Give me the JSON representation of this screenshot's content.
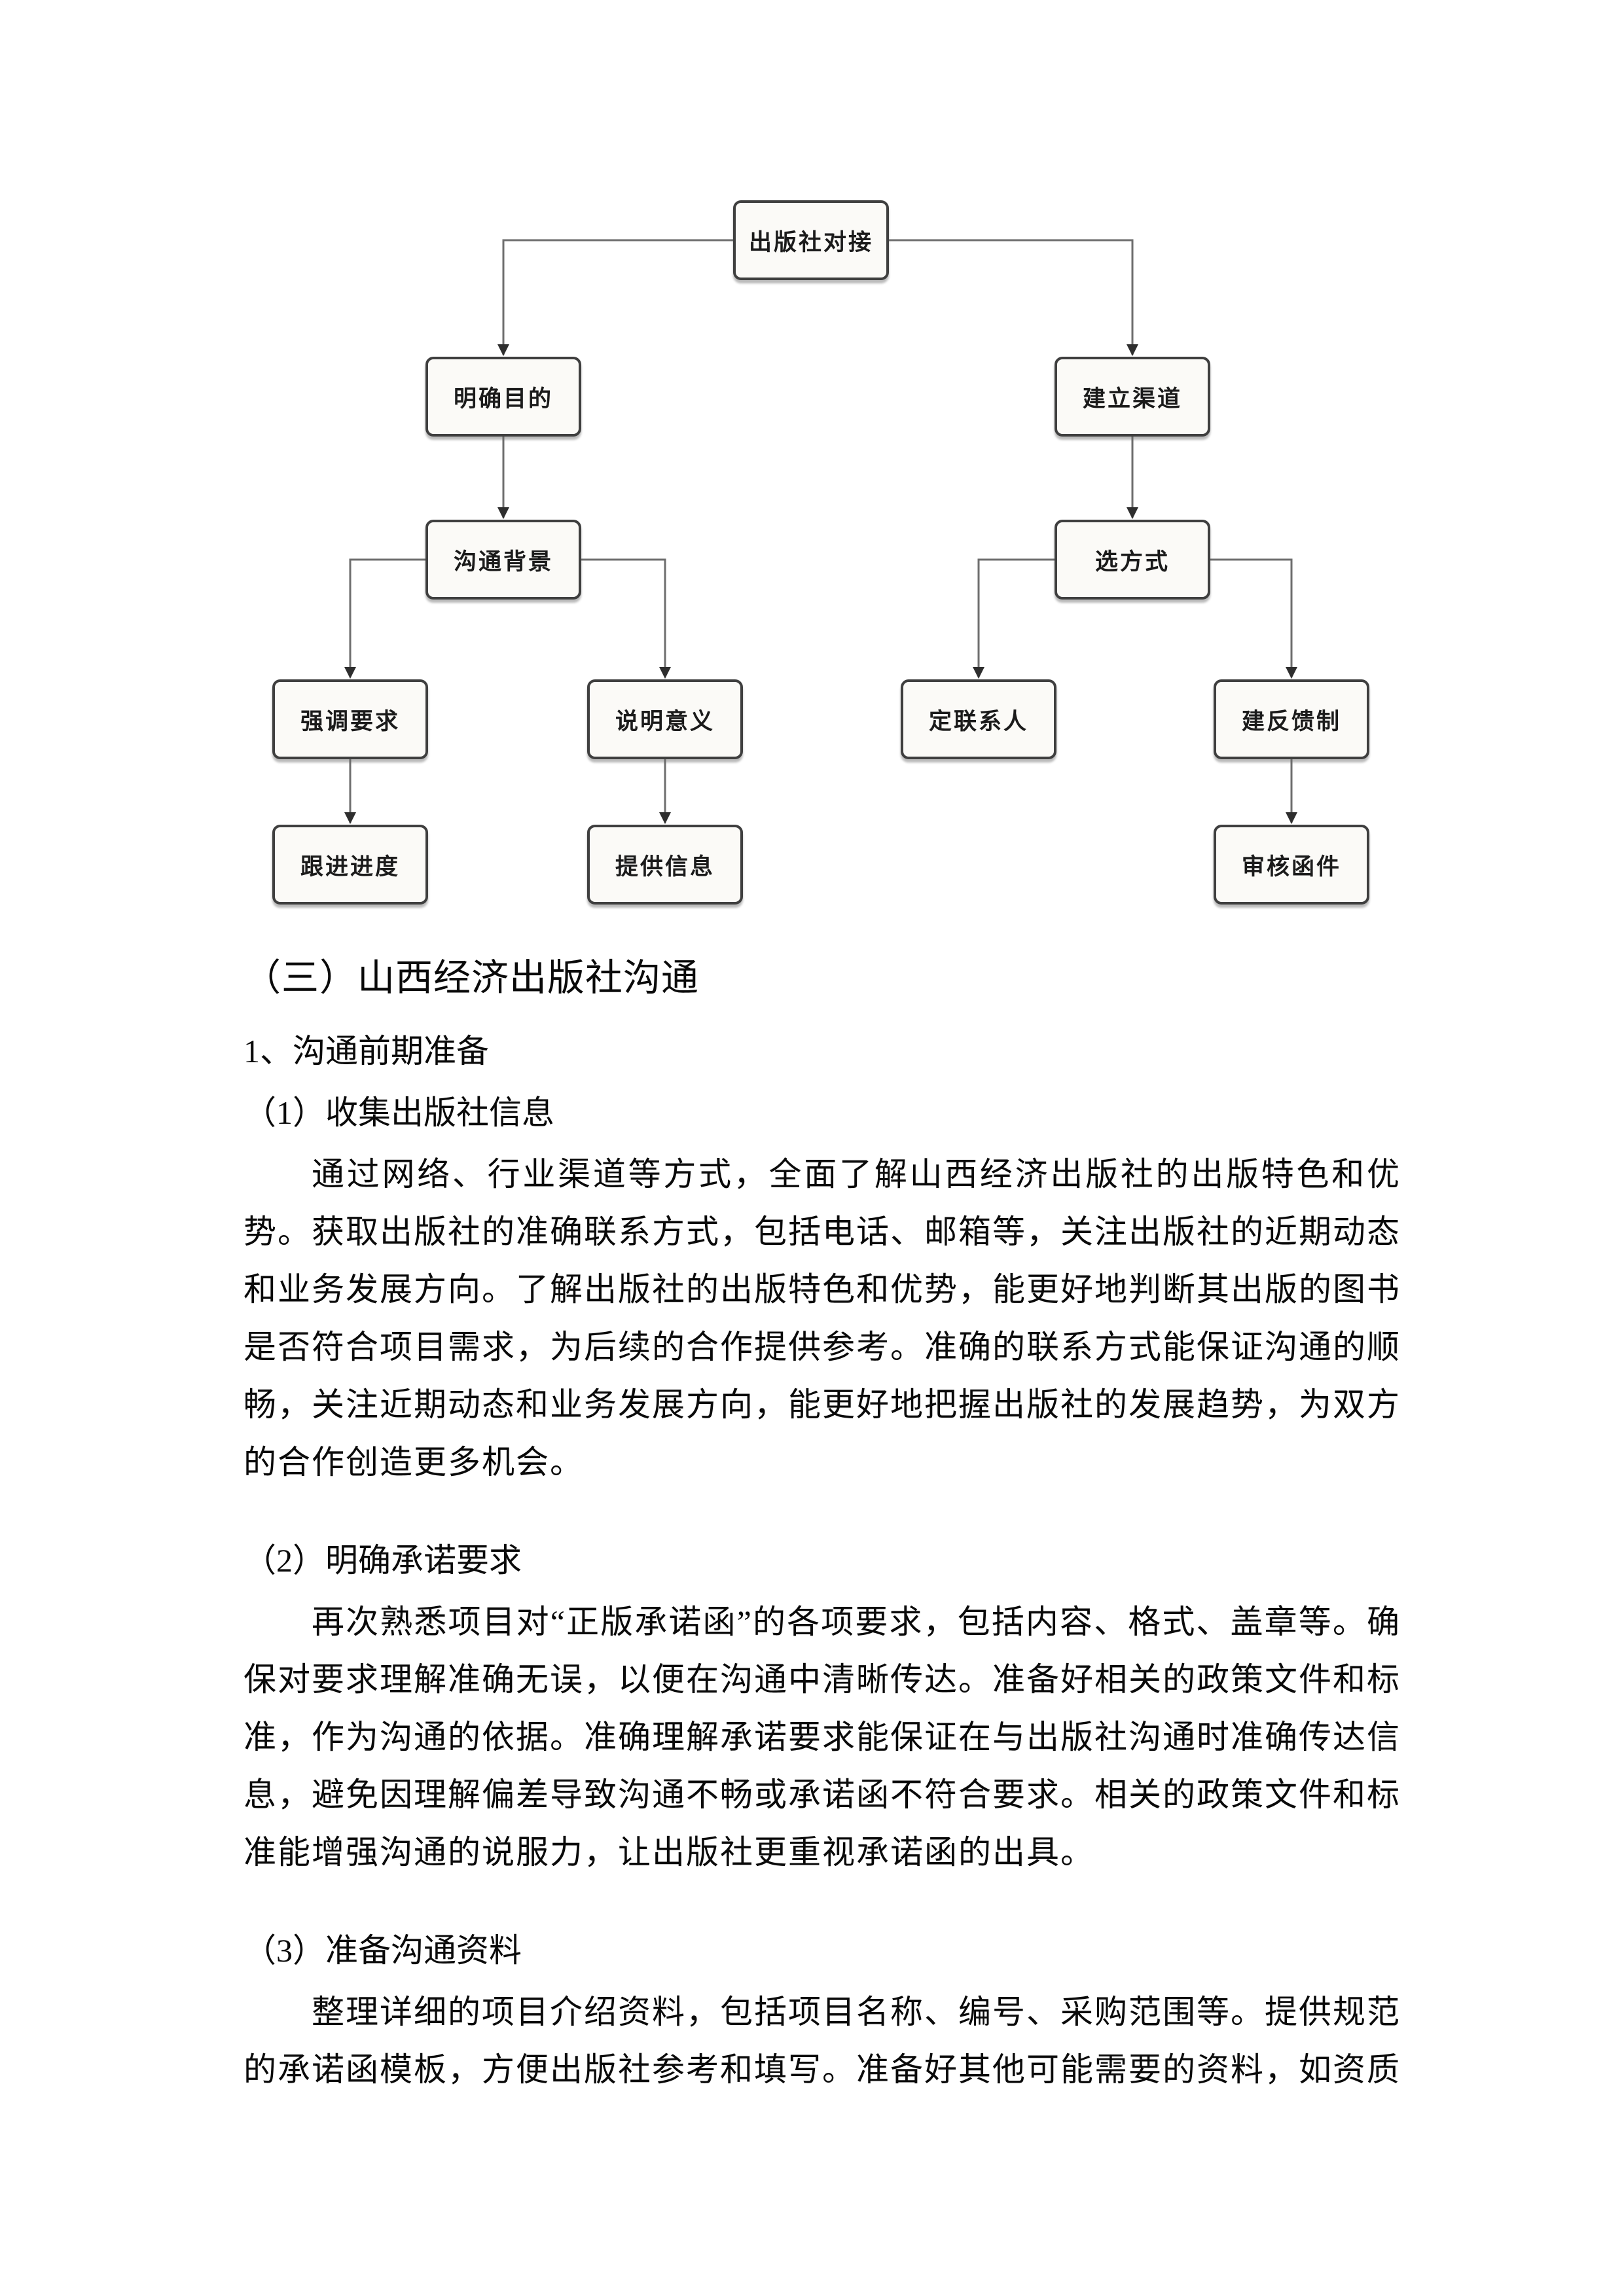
{
  "flowchart": {
    "colors": {
      "node_fill": "#fbfaf7",
      "node_border": "#3f3f3f",
      "edge_line": "#6e6e6e",
      "arrow_head": "#2e2e2e"
    },
    "nodes": [
      {
        "id": "publisher-docking",
        "label": "出版社对接"
      },
      {
        "id": "clarify-purpose",
        "label": "明确目的"
      },
      {
        "id": "establish-channel",
        "label": "建立渠道"
      },
      {
        "id": "communication-background",
        "label": "沟通背景"
      },
      {
        "id": "choose-method",
        "label": "选方式"
      },
      {
        "id": "emphasize-requirements",
        "label": "强调要求"
      },
      {
        "id": "explain-significance",
        "label": "说明意义"
      },
      {
        "id": "set-contact-person",
        "label": "定联系人"
      },
      {
        "id": "build-feedback-mechanism",
        "label": "建反馈制"
      },
      {
        "id": "follow-up-progress",
        "label": "跟进进度"
      },
      {
        "id": "provide-information",
        "label": "提供信息"
      },
      {
        "id": "review-letters",
        "label": "审核函件"
      }
    ],
    "edges": [
      {
        "from": "publisher-docking",
        "to": "clarify-purpose"
      },
      {
        "from": "publisher-docking",
        "to": "establish-channel"
      },
      {
        "from": "clarify-purpose",
        "to": "communication-background"
      },
      {
        "from": "establish-channel",
        "to": "choose-method"
      },
      {
        "from": "communication-background",
        "to": "emphasize-requirements"
      },
      {
        "from": "communication-background",
        "to": "explain-significance"
      },
      {
        "from": "choose-method",
        "to": "set-contact-person"
      },
      {
        "from": "choose-method",
        "to": "build-feedback-mechanism"
      },
      {
        "from": "emphasize-requirements",
        "to": "follow-up-progress"
      },
      {
        "from": "explain-significance",
        "to": "provide-information"
      },
      {
        "from": "build-feedback-mechanism",
        "to": "review-letters"
      }
    ]
  },
  "document": {
    "section_heading": "（三）山西经济出版社沟通",
    "subsection_heading": "1、沟通前期准备",
    "items": [
      {
        "heading": "（1）收集出版社信息",
        "body": "通过网络、行业渠道等方式，全面了解山西经济出版社的出版特色和优势。获取出版社的准确联系方式，包括电话、邮箱等，关注出版社的近期动态和业务发展方向。了解出版社的出版特色和优势，能更好地判断其出版的图书是否符合项目需求，为后续的合作提供参考。准确的联系方式能保证沟通的顺畅，关注近期动态和业务发展方向，能更好地把握出版社的发展趋势，为双方的合作创造更多机会。"
      },
      {
        "heading": "（2）明确承诺要求",
        "body": "再次熟悉项目对“正版承诺函”的各项要求，包括内容、格式、盖章等。确保对要求理解准确无误，以便在沟通中清晰传达。准备好相关的政策文件和标准，作为沟通的依据。准确理解承诺要求能保证在与出版社沟通时准确传达信息，避免因理解偏差导致沟通不畅或承诺函不符合要求。相关的政策文件和标准能增强沟通的说服力，让出版社更重视承诺函的出具。"
      },
      {
        "heading": "（3）准备沟通资料",
        "body": "整理详细的项目介绍资料，包括项目名称、编号、采购范围等。提供规范的承诺函模板，方便出版社参考和填写。准备好其他可能需要的资料，如资质"
      }
    ]
  }
}
